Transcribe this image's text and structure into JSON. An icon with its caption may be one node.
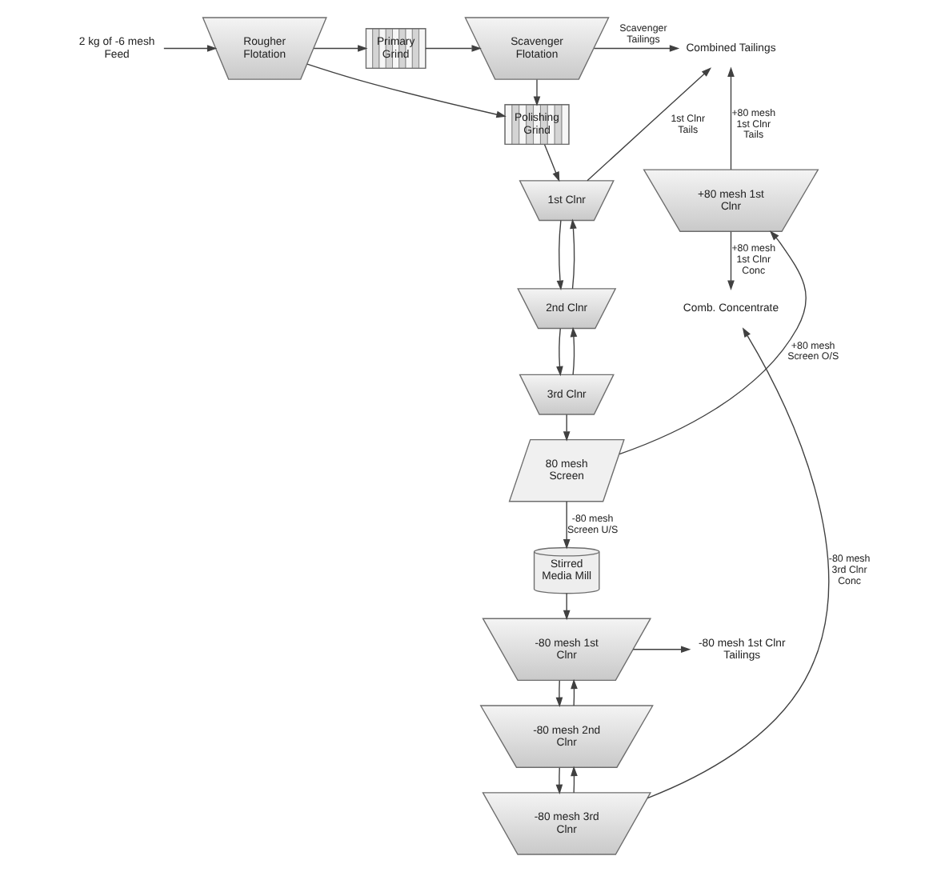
{
  "diagram": {
    "nodes": [
      {
        "text": [
          "2 kg of -6 mesh Feed"
        ]
      },
      {
        "text": [
          "Rougher Flotation"
        ]
      },
      {
        "text": [
          "Primary Grind"
        ]
      },
      {
        "text": [
          "Scavenger Flotation"
        ]
      },
      {
        "text": [
          "Combined Tailings"
        ]
      },
      {
        "text": [
          "Polishing Grind"
        ]
      },
      {
        "text": [
          "1st Clnr"
        ]
      },
      {
        "text": [
          "2nd Clnr"
        ]
      },
      {
        "text": [
          "3rd Clnr"
        ]
      },
      {
        "text": [
          "+80 mesh 1st Clnr"
        ]
      },
      {
        "text": [
          "Comb. Concentrate"
        ]
      },
      {
        "text": [
          "80 mesh Screen"
        ]
      },
      {
        "text": [
          "Stirred Media Mill"
        ]
      },
      {
        "text": [
          "-80 mesh 1st Clnr"
        ]
      },
      {
        "text": [
          "-80 mesh 1st Clnr Tailings"
        ]
      },
      {
        "text": [
          "-80 mesh 2nd Clnr"
        ]
      },
      {
        "text": [
          "-80 mesh 3rd Clnr"
        ]
      }
    ],
    "edges": [
      {
        "from": 0,
        "to": 1,
        "arrow": "to"
      },
      {
        "from": 1,
        "to": 2,
        "arrow": "to"
      },
      {
        "from": 2,
        "to": 3,
        "arrow": "to"
      },
      {
        "from": 3,
        "to": 4,
        "arrow": "to",
        "label": "Scavenger Tailings"
      },
      {
        "from": 1,
        "to": 5,
        "arrow": "to"
      },
      {
        "from": 3,
        "to": 5,
        "arrow": "to"
      },
      {
        "from": 5,
        "to": 6,
        "arrow": "to"
      },
      {
        "from": 6,
        "to": 4,
        "arrow": "to",
        "label": "1st Clnr Tails"
      },
      {
        "from": 6,
        "to": 7,
        "arrow": "to"
      },
      {
        "from": 7,
        "to": 6,
        "arrow": "to"
      },
      {
        "from": 7,
        "to": 8,
        "arrow": "to"
      },
      {
        "from": 8,
        "to": 7,
        "arrow": "to"
      },
      {
        "from": 8,
        "to": 11,
        "arrow": "to"
      },
      {
        "from": 11,
        "to": 9,
        "arrow": "to",
        "label": "+80 mesh Screen O/S"
      },
      {
        "from": 9,
        "to": 4,
        "arrow": "to",
        "label": "+80 mesh 1st Clnr Tails"
      },
      {
        "from": 9,
        "to": 10,
        "arrow": "to",
        "label": "+80 mesh 1st Clnr Conc"
      },
      {
        "from": 11,
        "to": 12,
        "arrow": "to",
        "label": "-80 mesh Screen U/S"
      },
      {
        "from": 12,
        "to": 13,
        "arrow": "to"
      },
      {
        "from": 13,
        "to": 14,
        "arrow": "to"
      },
      {
        "from": 13,
        "to": 15,
        "arrow": "to"
      },
      {
        "from": 15,
        "to": 13,
        "arrow": "to"
      },
      {
        "from": 15,
        "to": 16,
        "arrow": "to"
      },
      {
        "from": 16,
        "to": 15,
        "arrow": "to"
      },
      {
        "from": 16,
        "to": 10,
        "arrow": "to",
        "label": "-80 mesh 3rd Clnr Conc"
      }
    ]
  }
}
